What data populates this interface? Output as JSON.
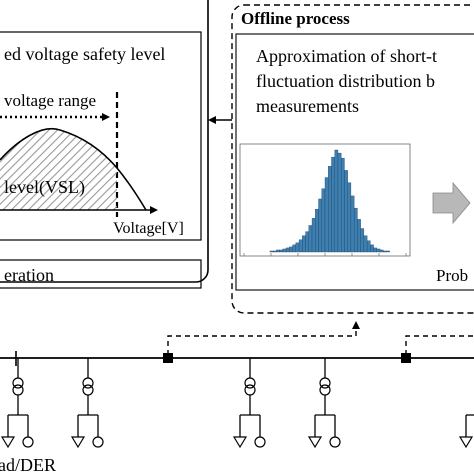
{
  "left_panel": {
    "heading": "ed voltage safety level",
    "range_label": "voltage range",
    "curve_label": "level(VSL)",
    "axis_label": "Voltage[V]",
    "bottom_label": "eration"
  },
  "offline_panel": {
    "title": "Offline process",
    "approx_line1": "Approximation of short-t",
    "approx_line2": "fluctuation distribution b",
    "approx_line3": "measurements",
    "prob_label": "Prob"
  },
  "bottom": {
    "label": "ad/DER"
  },
  "histogram": {
    "values": [
      0,
      0,
      0,
      0,
      0,
      0,
      0,
      0,
      1,
      1,
      2,
      2,
      3,
      4,
      5,
      7,
      9,
      12,
      16,
      20,
      26,
      33,
      42,
      52,
      62,
      73,
      84,
      93,
      100,
      97,
      92,
      80,
      68,
      55,
      43,
      32,
      23,
      16,
      11,
      7,
      4,
      3,
      2,
      1,
      1,
      0,
      0,
      0,
      0,
      0
    ],
    "color": "#3d7fb0",
    "edge_color": "#1f3f5c"
  },
  "colors": {
    "line": "#000000",
    "arrow_fill": "#b8b8b8",
    "hatch": "#9a9a9a"
  }
}
